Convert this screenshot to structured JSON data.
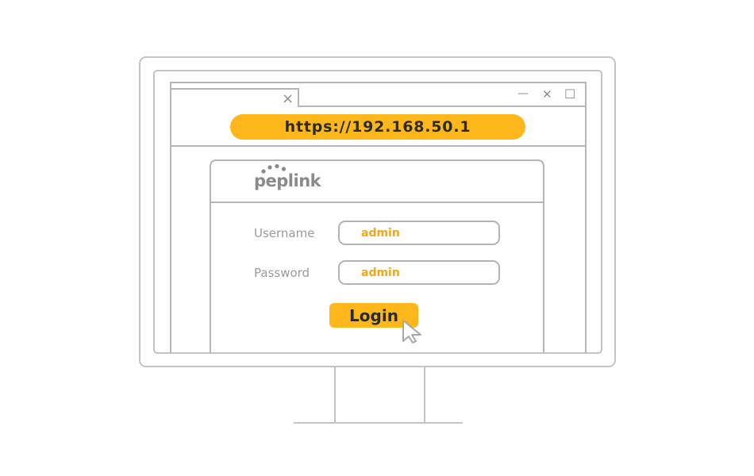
{
  "browser": {
    "tab": {
      "close_glyph": "×"
    },
    "window_controls": {
      "minimize": "—",
      "close": "✕",
      "maximize": "☐"
    },
    "url": "https://192.168.50.1"
  },
  "login_form": {
    "brand": "peplink",
    "username_label": "Username",
    "username_value": "admin",
    "password_label": "Password",
    "password_value": "admin",
    "login_label": "Login"
  },
  "colors": {
    "accent": "#fdb71a",
    "stroke": "#b3b3b3",
    "value_text": "#f0a816"
  },
  "icons": {
    "cursor": "mouse-pointer-icon",
    "logo": "peplink-logo-icon"
  }
}
